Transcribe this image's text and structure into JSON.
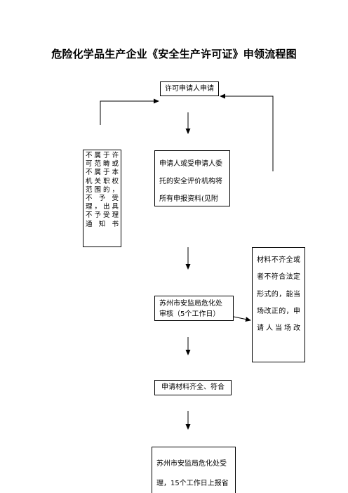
{
  "title": "危险化学品生产企业《安全生产许可证》申领流程图",
  "boxes": {
    "apply": "许可申请人申请",
    "reject": "不属于许可范畴或不属于本机关职权范围的，不予受理，出具不予受理通知书",
    "submit": "申请人或受申请人委托的安全评价机构将所有申报资料(见附",
    "incomplete": "材料不齐全或者不符合法定形式的，能当场改正的，申请人当场改",
    "review": "苏州市安监局危化处审核（5个工作日）",
    "complete": "申请材料齐全、符合",
    "accept": "苏州市安监局危化处受理，15个工作日上报省"
  }
}
